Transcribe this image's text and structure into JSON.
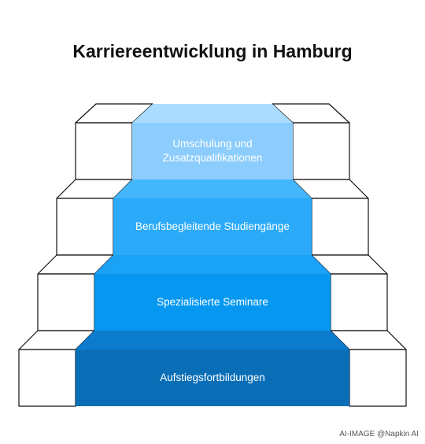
{
  "title": "Karriereentwicklung in Hamburg",
  "steps": [
    {
      "label_lines": [
        "Umschulung und",
        "Zusatzqualifikationen"
      ],
      "color": "#8ccdfd",
      "top_color": "#a9dcff"
    },
    {
      "label_lines": [
        "Berufsbegleitende Studiengänge"
      ],
      "color": "#2aaaf8",
      "top_color": "#44b6fb"
    },
    {
      "label_lines": [
        "Spezialisierte Seminare"
      ],
      "color": "#0698f0",
      "top_color": "#1aa3f6"
    },
    {
      "label_lines": [
        "Aufstiegsfortbildungen"
      ],
      "color": "#0a6eb7",
      "top_color": "#0b7ccd"
    }
  ],
  "footer": {
    "watermark": "AI-IMAGE  @Napkin AI"
  }
}
